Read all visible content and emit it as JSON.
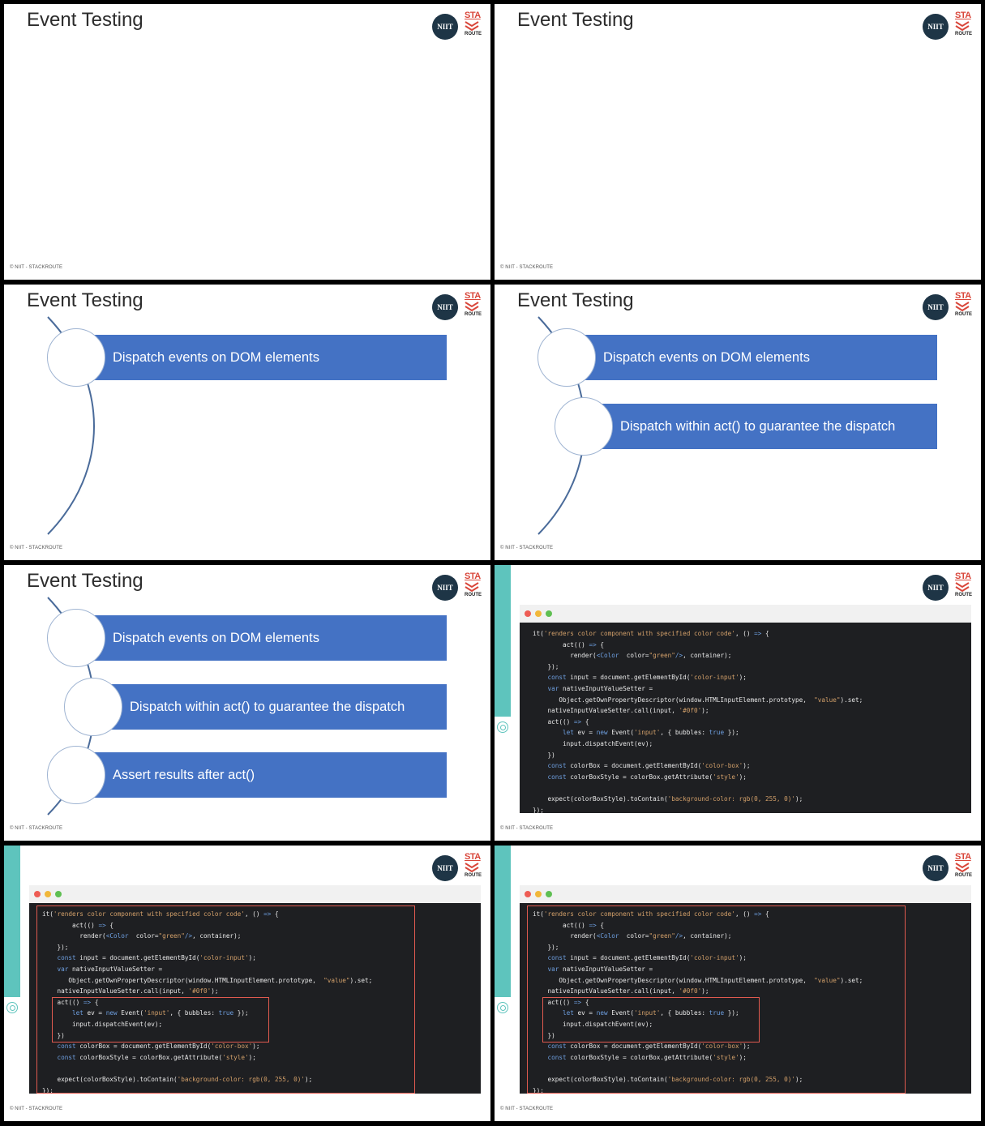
{
  "deck": {
    "title": "Event Testing",
    "footer": "© NIIT - STACKROUTE",
    "logo_niit": "NIIT",
    "logo_sr_top": "STA",
    "logo_sr_bottom": "ROUTE"
  },
  "steps": [
    "Dispatch events on DOM elements",
    "Dispatch within act() to guarantee the dispatch",
    "Assert results after act()"
  ],
  "colors": {
    "bar": "#4472c4",
    "teal": "#5ec4bd",
    "highlight": "#e05a4f",
    "code_bg": "#1e1f22"
  },
  "code_lines": [
    "it('renders color component with specified color code', () => {",
    "        act(() => {",
    "          render(<Color  color=\"green\"/>, container);",
    "    });",
    "    const input = document.getElementById('color-input');",
    "    var nativeInputValueSetter =",
    "       Object.getOwnPropertyDescriptor(window.HTMLInputElement.prototype,  \"value\").set;",
    "    nativeInputValueSetter.call(input, '#0f0');",
    "    act(() => {",
    "        let ev = new Event('input', { bubbles: true });",
    "        input.dispatchEvent(ev);",
    "    })",
    "    const colorBox = document.getElementById('color-box');",
    "    const colorBoxStyle = colorBox.getAttribute('style');",
    "",
    "    expect(colorBoxStyle).toContain('background-color: rgb(0, 255, 0)');",
    "});"
  ]
}
